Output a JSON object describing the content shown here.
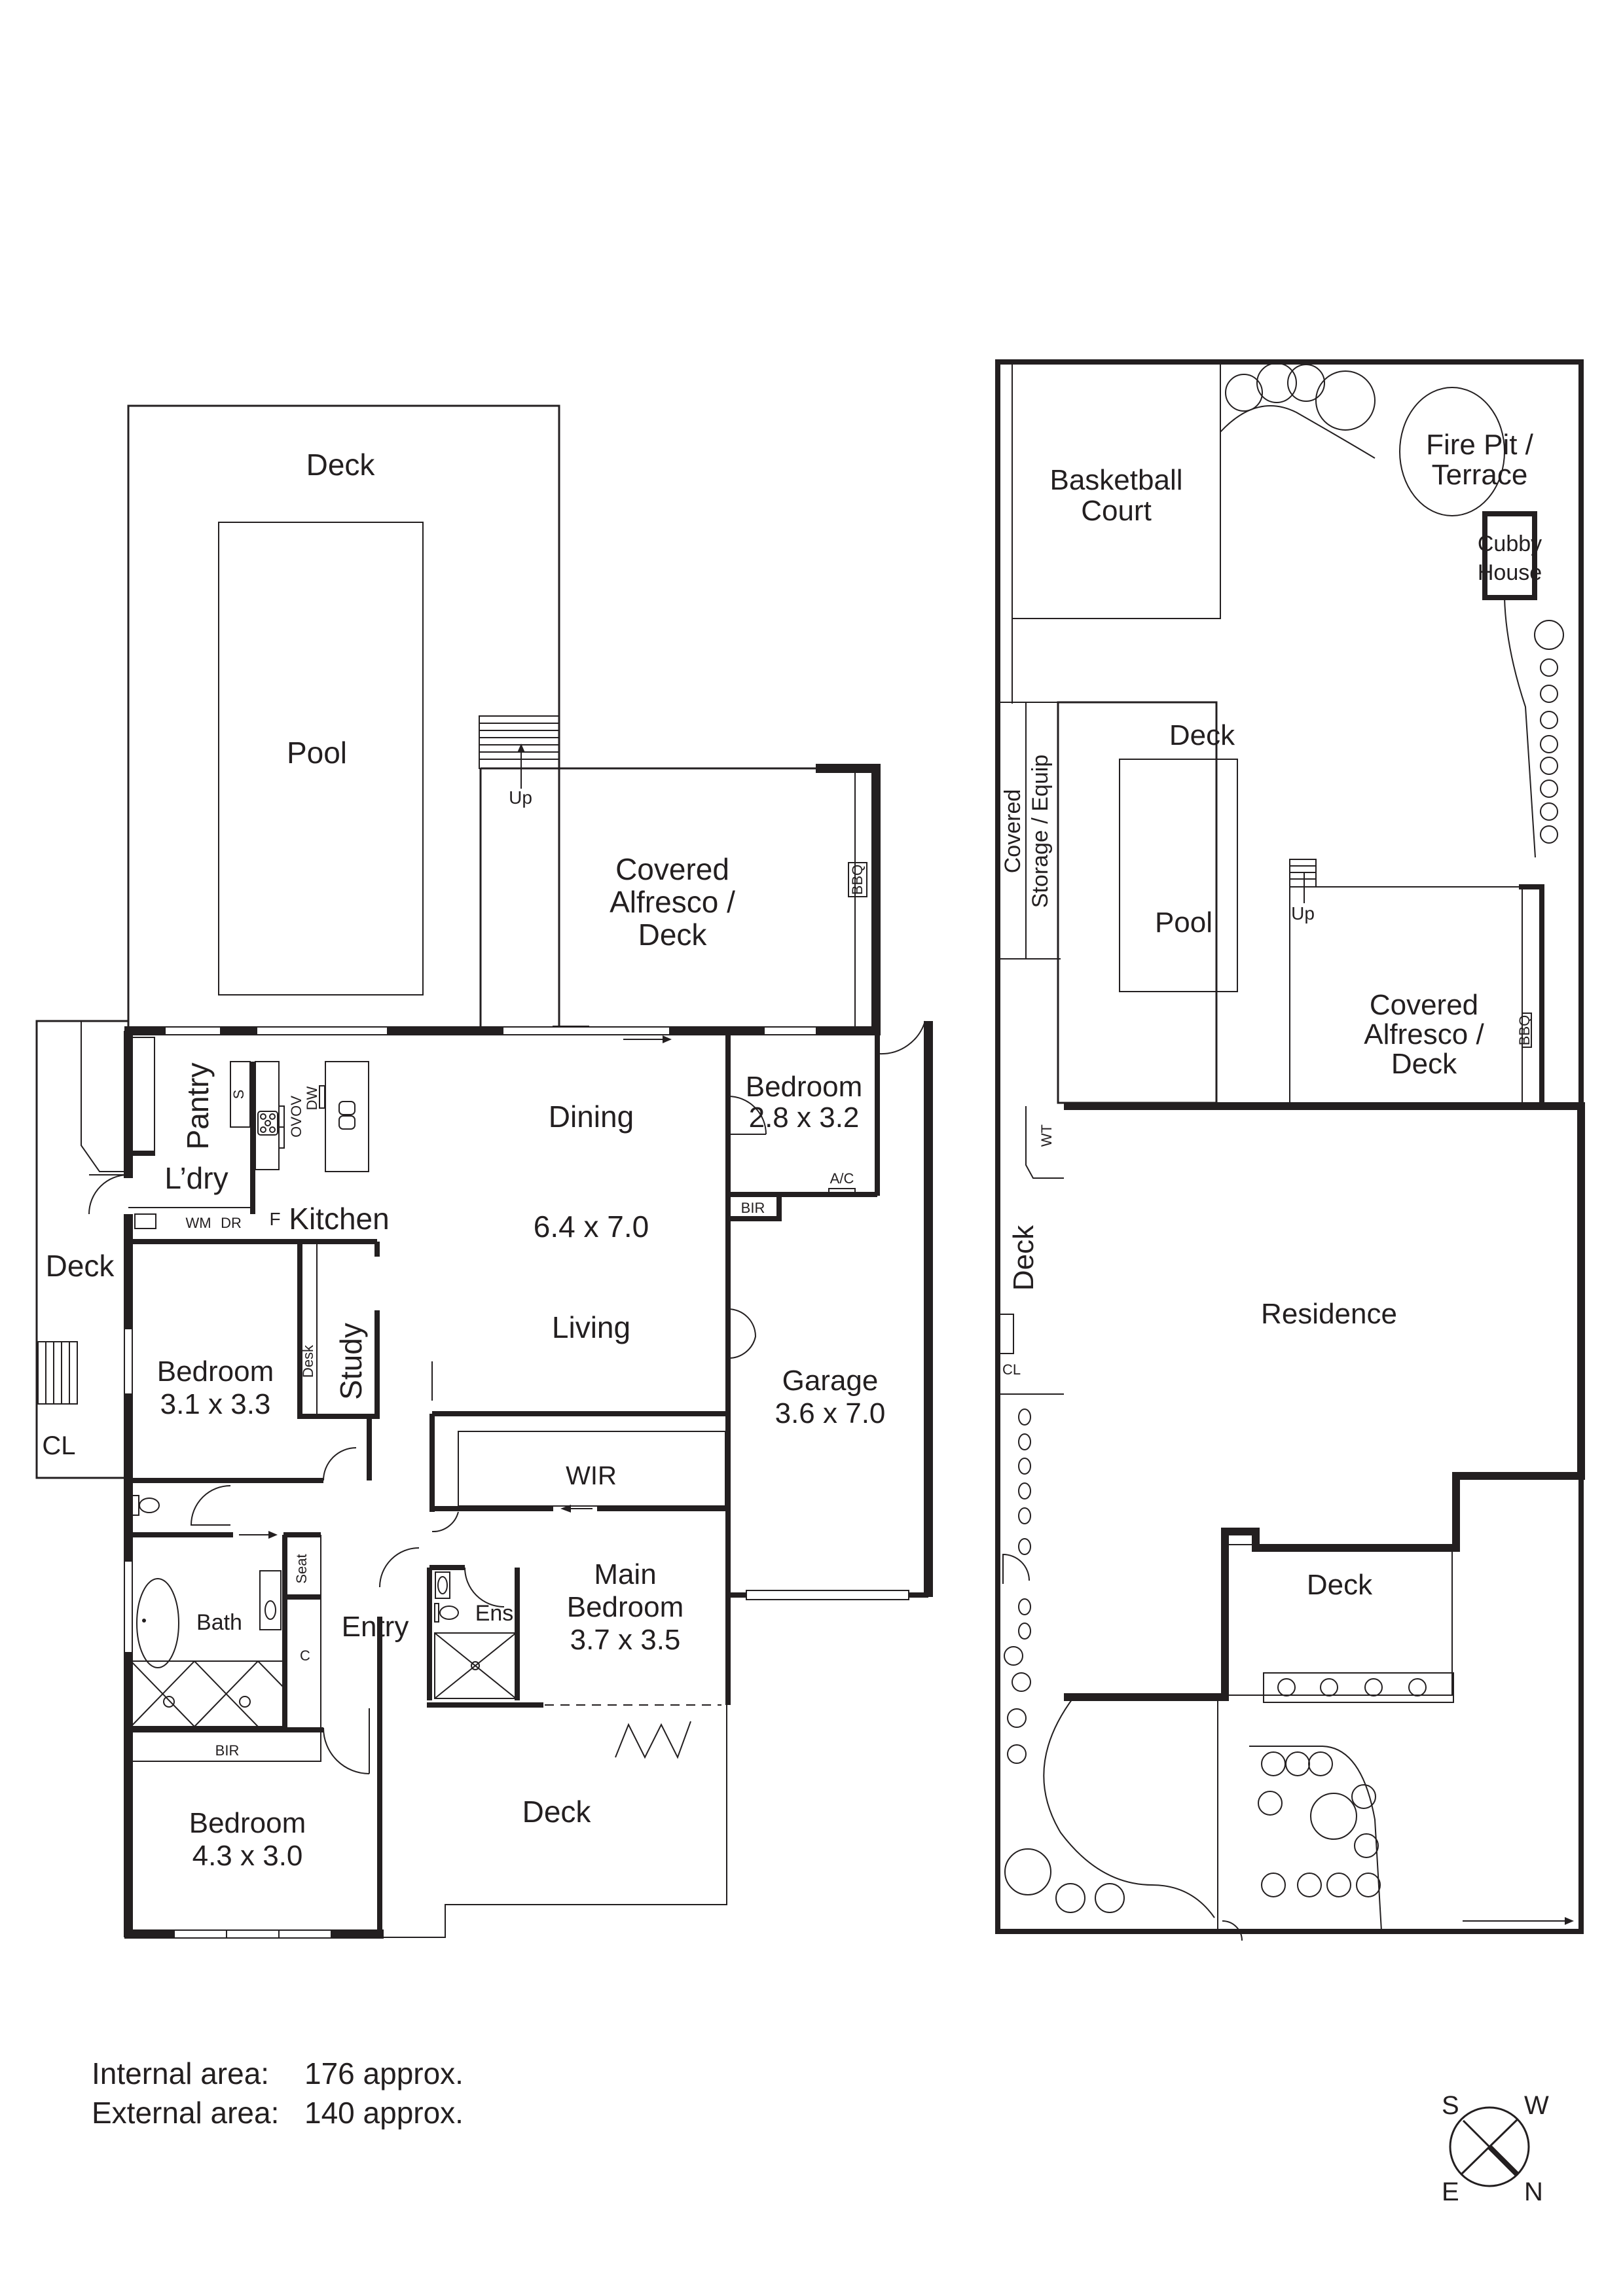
{
  "floor_plan": {
    "rooms": {
      "deck_top": "Deck",
      "pool": "Pool",
      "stairs_up": "Up",
      "covered_alfresco": [
        "Covered",
        "Alfresco /",
        "Deck"
      ],
      "bbq": "BBQ",
      "pantry": "Pantry",
      "sink": "S",
      "oven1": "OV",
      "oven2": "OV",
      "dishwasher": "DW",
      "laundry": "L’dry",
      "washing_machine": "WM",
      "dryer": "DR",
      "fridge": "F",
      "kitchen": "Kitchen",
      "deck_left": "Deck",
      "clothesline": "CL",
      "dining": "Dining",
      "living_dims": "6.4 x 7.0",
      "living": "Living",
      "bedroom_front": {
        "name": "Bedroom",
        "dims": "2.8 x 3.2"
      },
      "air_con": "A/C",
      "bir_front": "BIR",
      "garage": {
        "name": "Garage",
        "dims": "3.6 x 7.0"
      },
      "bedroom_left": {
        "name": "Bedroom",
        "dims": "3.1 x 3.3"
      },
      "study": "Study",
      "desk": "Desk",
      "wir": "WIR",
      "main_bedroom": {
        "name1": "Main",
        "name2": "Bedroom",
        "dims": "3.7 x 3.5"
      },
      "ensuite": "Ens",
      "bath": "Bath",
      "seat": "Seat",
      "cupboard": "C",
      "entry": "Entry",
      "bir_rear": "BIR",
      "bedroom_rear": {
        "name": "Bedroom",
        "dims": "4.3 x 3.0"
      },
      "deck_bottom": "Deck"
    }
  },
  "site_plan": {
    "basketball_court": [
      "Basketball",
      "Court"
    ],
    "fire_pit": [
      "Fire Pit /",
      "Terrace"
    ],
    "cubby_house": [
      "Cubby",
      "House"
    ],
    "covered_storage": [
      "Covered",
      "Storage / Equip"
    ],
    "deck_top": "Deck",
    "pool": "Pool",
    "stairs_up": "Up",
    "covered_alfresco": [
      "Covered",
      "Alfresco /",
      "Deck"
    ],
    "bbq": "BBQ",
    "water_tank": "WT",
    "side_deck": "Deck",
    "clothesline": "CL",
    "residence": "Residence",
    "rear_deck": "Deck"
  },
  "areas": {
    "internal_label": "Internal area:",
    "internal_value": "176 approx.",
    "external_label": "External area:",
    "external_value": "140 approx."
  },
  "compass": {
    "s": "S",
    "w": "W",
    "e": "E",
    "n": "N"
  }
}
